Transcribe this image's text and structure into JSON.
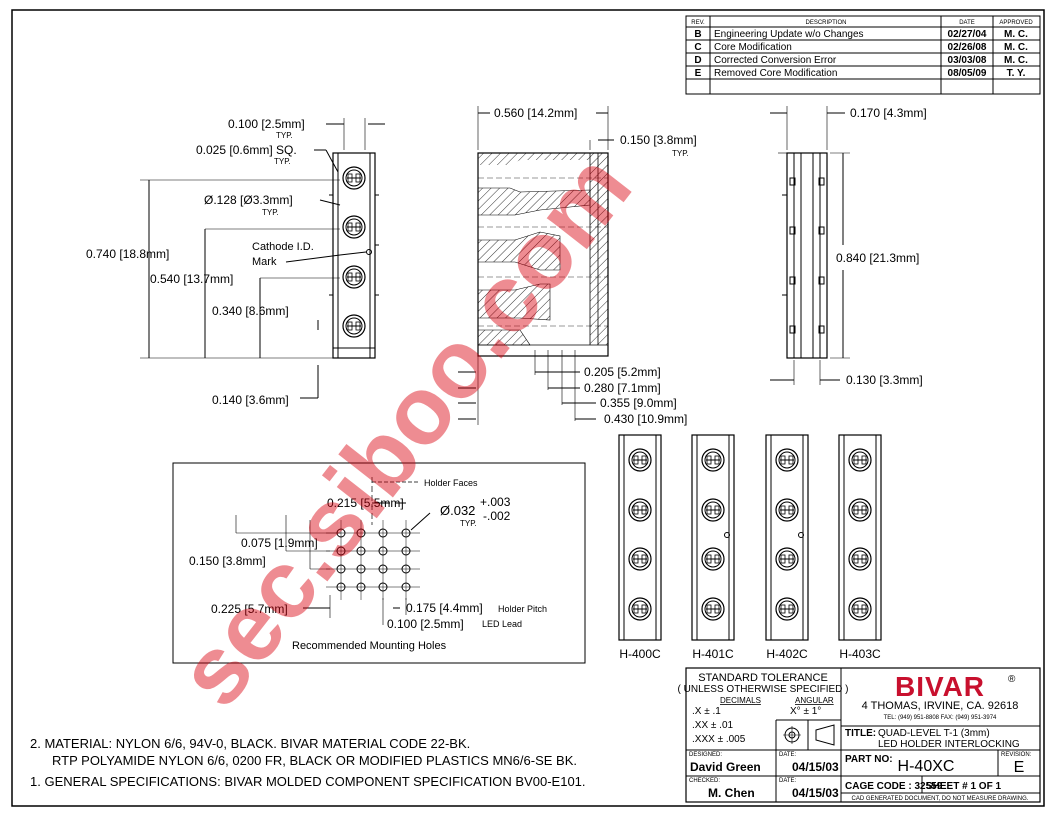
{
  "revisions": {
    "headers": {
      "rev": "REV.",
      "desc": "DESCRIPTION",
      "date": "DATE",
      "approved": "APPROVED"
    },
    "rows": [
      {
        "rev": "B",
        "desc": "Engineering Update w/o Changes",
        "date": "02/27/04",
        "approved": "M. C."
      },
      {
        "rev": "C",
        "desc": "Core Modification",
        "date": "02/26/08",
        "approved": "M. C."
      },
      {
        "rev": "D",
        "desc": "Corrected Conversion Error",
        "date": "03/03/08",
        "approved": "M. C."
      },
      {
        "rev": "E",
        "desc": "Removed Core Modification",
        "date": "08/05/09",
        "approved": "T. Y."
      }
    ]
  },
  "front_view": {
    "pitch": "0.100 [2.5mm]",
    "pitch_typ": "TYP.",
    "pin_sq": "0.025 [0.6mm] SQ.",
    "pin_sq_typ": "TYP.",
    "hole": "Ø.128 [Ø3.3mm]",
    "hole_typ": "TYP.",
    "cathode_1": "Cathode I.D.",
    "cathode_2": "Mark",
    "h_740": "0.740 [18.8mm]",
    "h_540": "0.540 [13.7mm]",
    "h_340": "0.340 [8.6mm]",
    "h_140": "0.140 [3.6mm]"
  },
  "section_view": {
    "w_560": "0.560 [14.2mm]",
    "w_150": "0.150 [3.8mm]",
    "w_150_typ": "TYP.",
    "d_205": "0.205 [5.2mm]",
    "d_280": "0.280 [7.1mm]",
    "d_355": "0.355 [9.0mm]",
    "d_430": "0.430 [10.9mm]"
  },
  "side_view": {
    "w_170": "0.170 [4.3mm]",
    "h_840": "0.840 [21.3mm]",
    "w_130": "0.130 [3.3mm]"
  },
  "mounting": {
    "holder_faces": "Holder Faces",
    "d_215": "0.215 [5.5mm]",
    "hole_dia": "Ø.032",
    "tol_plus": "+.003",
    "tol_minus": "-.002",
    "hole_typ": "TYP.",
    "d_075": "0.075 [1.9mm]",
    "d_150": "0.150 [3.8mm]",
    "d_225": "0.225 [5.7mm]",
    "d_175": "0.175 [4.4mm]",
    "holder_pitch": "Holder Pitch",
    "d_100": "0.100 [2.5mm]",
    "led_lead": "LED Lead",
    "caption": "Recommended Mounting Holes"
  },
  "variants": [
    "H-400C",
    "H-401C",
    "H-402C",
    "H-403C"
  ],
  "notes": [
    "2.  MATERIAL: NYLON 6/6, 94V-0, BLACK. BIVAR MATERIAL CODE 22-BK.",
    "RTP POLYAMIDE NYLON 6/6, 0200 FR, BLACK OR MODIFIED PLASTICS MN6/6-SE BK.",
    "1.  GENERAL SPECIFICATIONS: BIVAR MOLDED COMPONENT SPECIFICATION BV00-E101."
  ],
  "title_block": {
    "tol_title": "STANDARD TOLERANCE",
    "tol_sub": "( UNLESS OTHERWISE SPECIFIED )",
    "decimals": "DECIMALS",
    "angular": "ANGULAR",
    "tol_x": ".X    ± .1",
    "tol_xx": ".XX    ± .01",
    "tol_xxx": ".XXX  ± .005",
    "tol_ang": "X°   ± 1°",
    "logo": "BIVAR",
    "reg": "®",
    "address": "4  THOMAS, IRVINE, CA. 92618",
    "phone": "TEL: (949) 951-8808     FAX: (949) 951-3974",
    "title_label": "TITLE:",
    "title_1": "QUAD-LEVEL T-1 (3mm)",
    "title_2": "LED HOLDER INTERLOCKING",
    "designed_label": "DESIGNED:",
    "designer": "David Green",
    "date_label": "DATE:",
    "designed_date": "04/15/03",
    "part_label": "PART NO:",
    "part_no": "H-40XC",
    "revision_label": "REVISION:",
    "revision": "E",
    "checked_label": "CHECKED:",
    "checker": "M. Chen",
    "checked_date": "04/15/03",
    "cage": "CAGE CODE :  32559",
    "sheet": "SHEET #  1  OF  1",
    "disclaimer": "CAD GENERATED DOCUMENT, DO NOT MEASURE DRAWING."
  },
  "watermark": "sec.siboo.com"
}
